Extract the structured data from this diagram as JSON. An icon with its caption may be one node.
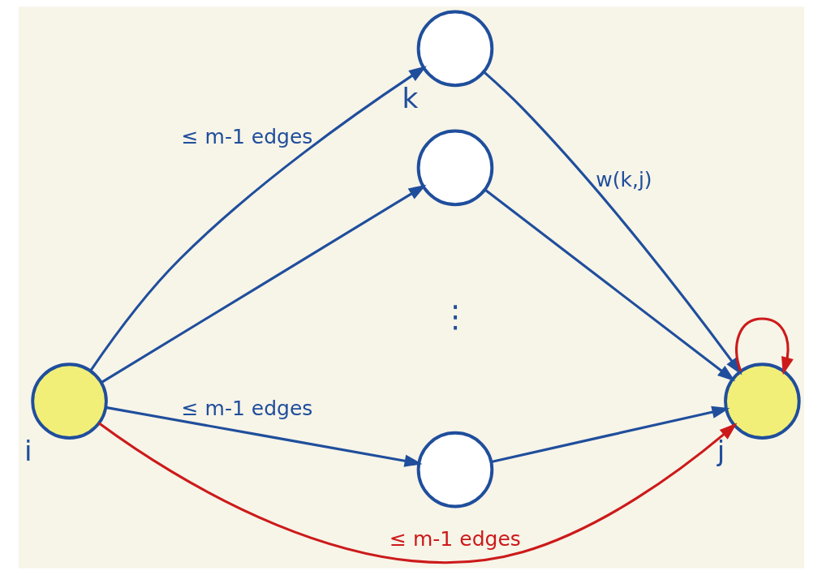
{
  "diagram": {
    "nodes": [
      {
        "text": [],
        "shape": "circle",
        "beside": [
          "i"
        ]
      },
      {
        "text": [],
        "shape": "circle",
        "beside": [
          "k"
        ]
      },
      {
        "text": [],
        "shape": "circle"
      },
      {
        "text": [],
        "shape": "circle"
      },
      {
        "text": [],
        "shape": "circle",
        "beside": [
          "j"
        ]
      }
    ],
    "edges": [
      {
        "from": 0,
        "to": 1,
        "arrow": "to",
        "label": "≤ m-1 edges"
      },
      {
        "from": 0,
        "to": 2,
        "arrow": "to"
      },
      {
        "from": 0,
        "to": 3,
        "arrow": "to",
        "label": "≤ m-1 edges"
      },
      {
        "from": 1,
        "to": 4,
        "arrow": "to",
        "label": "w(k,j)"
      },
      {
        "from": 2,
        "to": 4,
        "arrow": "to"
      },
      {
        "from": 3,
        "to": 4,
        "arrow": "to"
      },
      {
        "from": 0,
        "to": 4,
        "arrow": "to",
        "label": "≤ m-1 edges",
        "color": "#cc1a1a"
      },
      {
        "from": 4,
        "to": 4,
        "arrow": "to",
        "color": "#cc1a1a"
      }
    ],
    "labels": [
      "⋮"
    ]
  }
}
